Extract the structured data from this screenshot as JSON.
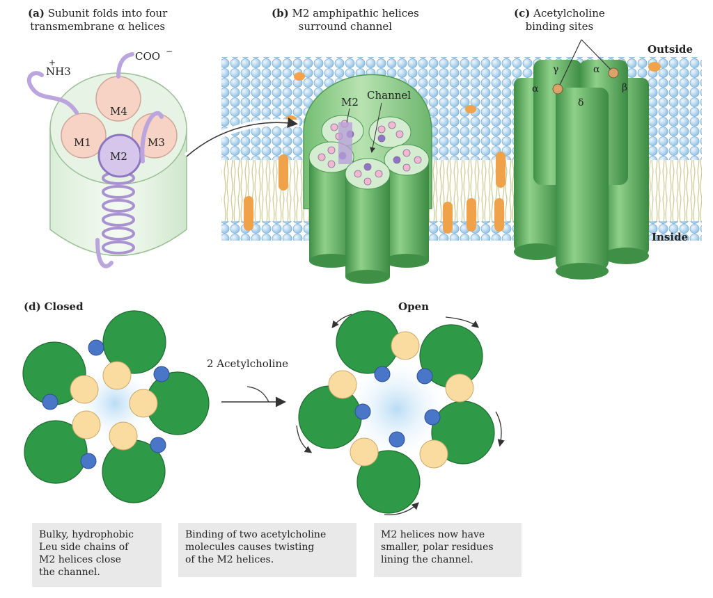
{
  "panel_a": {
    "letter": "(a)",
    "title_line1": "Subunit folds into four",
    "title_line2": "transmembrane α helices",
    "nh3": "NH3",
    "nh3_charge": "+",
    "coo": "COO",
    "coo_charge": "−",
    "helices": [
      "M1",
      "M2",
      "M3",
      "M4"
    ]
  },
  "panel_b": {
    "letter": "(b)",
    "title_line1": "M2 amphipathic helices",
    "title_line2": "surround channel",
    "m2_label": "M2",
    "channel_label": "Channel"
  },
  "panel_c": {
    "letter": "(c)",
    "title_line1": "Acetylcholine",
    "title_line2": "binding sites",
    "outside": "Outside",
    "inside": "Inside",
    "subunits": [
      "α",
      "γ",
      "α",
      "β",
      "δ"
    ]
  },
  "panel_d": {
    "letter": "(d)",
    "closed": "Closed",
    "open": "Open",
    "arrow_label": "2 Acetylcholine"
  },
  "captions": {
    "closed": [
      "Bulky, hydrophobic",
      "Leu side chains of",
      "M2 helices close",
      "the channel."
    ],
    "binding": [
      "Binding of two acetylcholine",
      "molecules causes twisting",
      "of the M2 helices."
    ],
    "open": [
      "M2 helices now have",
      "smaller, polar residues",
      "lining the channel."
    ]
  },
  "colors": {
    "helix_green": "#5fae5f",
    "pore_green": "#2e9a47",
    "lipid_head": "#b7d9ef",
    "leu_yellow": "#fbdca0",
    "polar_blue": "#4a76c8",
    "pink": "#f5cfc0",
    "caption_bg": "#e9e9ea"
  }
}
